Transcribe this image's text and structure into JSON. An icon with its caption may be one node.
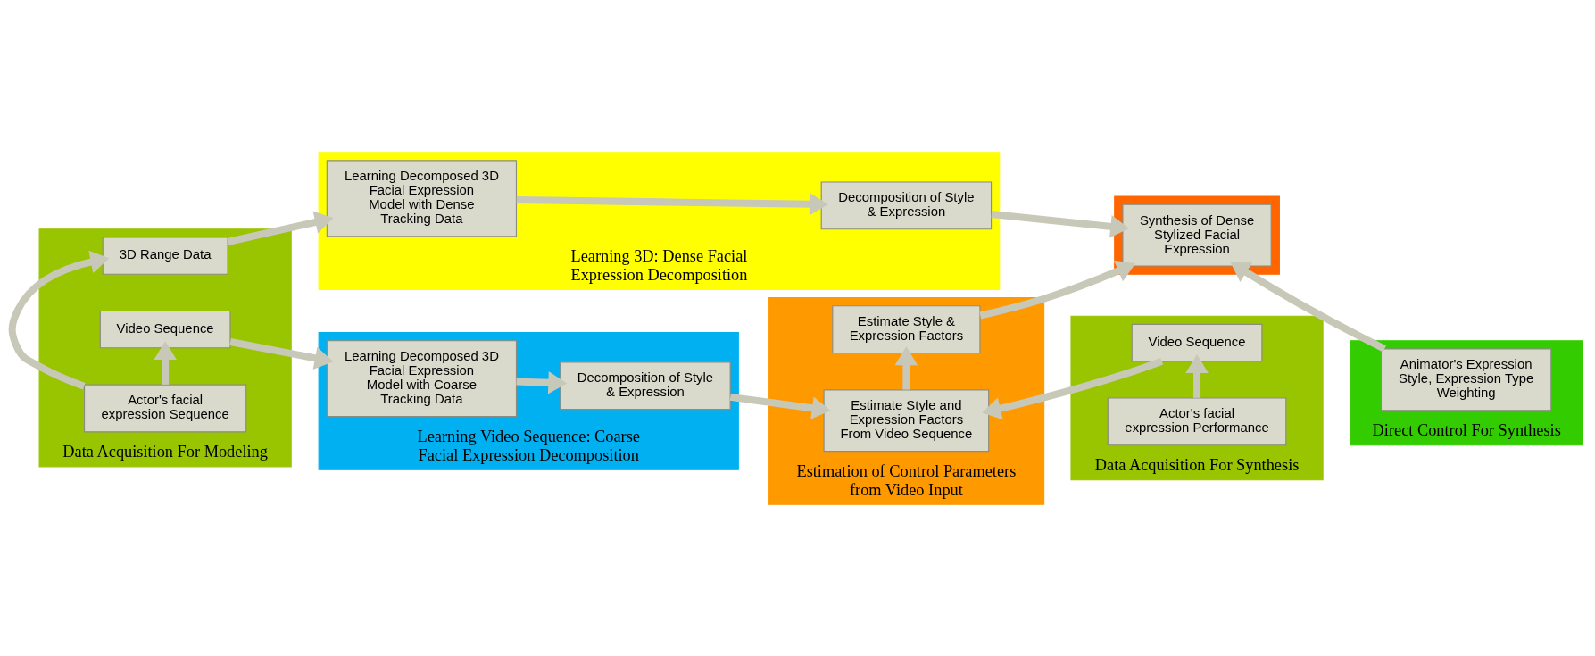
{
  "diagram": {
    "nodes": [
      {
        "text": [
          "Data Acquisition For Modeling"
        ]
      },
      {
        "text": [
          "3D Range Data"
        ],
        "in": 0
      },
      {
        "text": [
          "Actor's facial expression Sequence"
        ],
        "in": 0
      },
      {
        "text": [
          "Video Sequence"
        ],
        "in": 0
      },
      {
        "text": [
          "Learning 3D: Dense Facial Expression Decomposition"
        ]
      },
      {
        "text": [
          "Learning Decomposed 3D Facial Expression Model with Dense Tracking Data"
        ],
        "in": 4
      },
      {
        "text": [
          "Decomposition of Style & Expression"
        ],
        "in": 4
      },
      {
        "text": [
          "Learning Video Sequence: Coarse Facial Expression Decomposition"
        ]
      },
      {
        "text": [
          "Learning Decomposed 3D Facial Expression Model with Coarse Tracking Data"
        ],
        "in": 7
      },
      {
        "text": [
          "Decomposition of Style & Expression"
        ],
        "in": 7
      },
      {
        "text": [],
        "shape": "box"
      },
      {
        "text": [
          "Synthesis of Dense Stylized Facial Expression"
        ],
        "in": 10
      },
      {
        "text": [
          "Direct Control For Synthesis"
        ]
      },
      {
        "text": [
          "Animator's Expression Style, Expression Type Weighting"
        ],
        "in": 12
      },
      {
        "text": [
          "Estimation of Control Parameters from Video Input"
        ]
      },
      {
        "text": [
          "Estimate Style & Expression Factors"
        ],
        "in": 14
      },
      {
        "text": [
          "Estimate Style and Expression Factors From Video Sequence"
        ],
        "in": 14
      },
      {
        "text": [
          "Data Acquisition For Synthesis"
        ]
      },
      {
        "text": [
          "Actor's facial expression Performance"
        ],
        "in": 17
      },
      {
        "text": [
          "Video Sequence"
        ],
        "in": 17
      }
    ],
    "edges": [
      {
        "from": 1,
        "to": 5,
        "arrow": "to"
      },
      {
        "from": 5,
        "to": 6,
        "arrow": "to"
      },
      {
        "from": 6,
        "to": 11,
        "arrow": "to"
      },
      {
        "from": 13,
        "to": 11,
        "arrow": "to"
      },
      {
        "from": 2,
        "to": 1,
        "arrow": "to"
      },
      {
        "from": 2,
        "to": 3,
        "arrow": "to"
      },
      {
        "from": 3,
        "to": 8,
        "arrow": "to"
      },
      {
        "from": 8,
        "to": 9,
        "arrow": "to"
      },
      {
        "from": 9,
        "to": 16,
        "arrow": "to"
      },
      {
        "from": 16,
        "to": 15,
        "arrow": "to"
      },
      {
        "from": 15,
        "to": 11,
        "arrow": "to"
      },
      {
        "from": 18,
        "to": 19,
        "arrow": "to"
      },
      {
        "from": 19,
        "to": 16,
        "arrow": "to"
      }
    ]
  }
}
